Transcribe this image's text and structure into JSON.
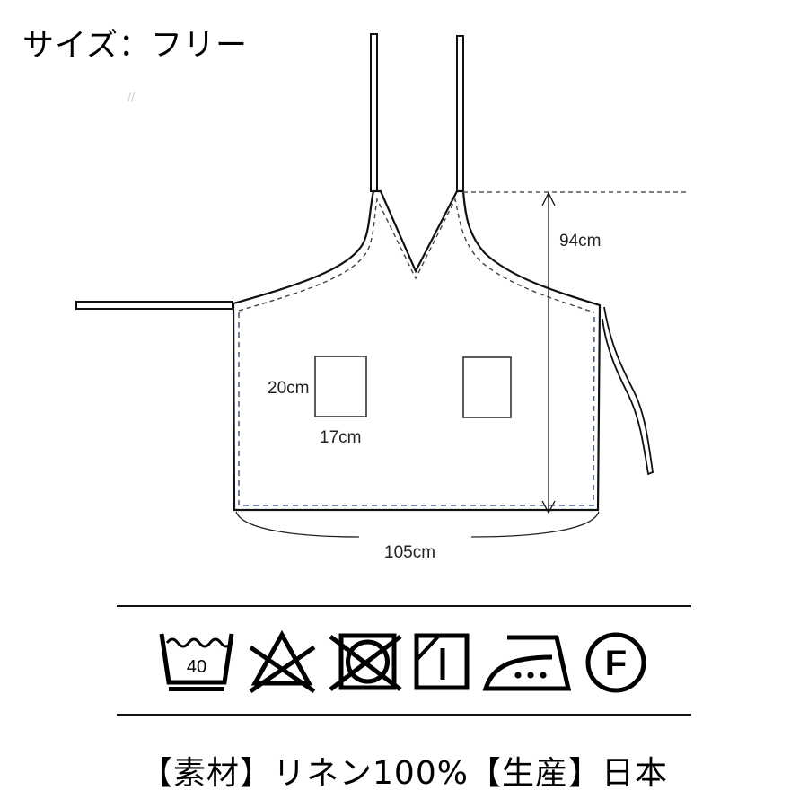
{
  "header": {
    "size_label": "サイズ：フリー"
  },
  "diagram": {
    "subject": "apron",
    "dimensions": {
      "length": "94cm",
      "width": "105cm",
      "pocket_height": "20cm",
      "pocket_width": "17cm"
    },
    "colors": {
      "outline": "#111111",
      "stitch_black": "#444444",
      "stitch_blue": "#4a6290"
    }
  },
  "care_symbols": [
    {
      "name": "wash-40-gentle",
      "label": "40"
    },
    {
      "name": "no-bleach",
      "label": ""
    },
    {
      "name": "no-tumble-dry",
      "label": ""
    },
    {
      "name": "drip-dry-shade",
      "label": ""
    },
    {
      "name": "iron-high",
      "label": ""
    },
    {
      "name": "dry-clean-f",
      "label": "F"
    }
  ],
  "footer": {
    "text": "【素材】リネン100%【生産】日本"
  }
}
